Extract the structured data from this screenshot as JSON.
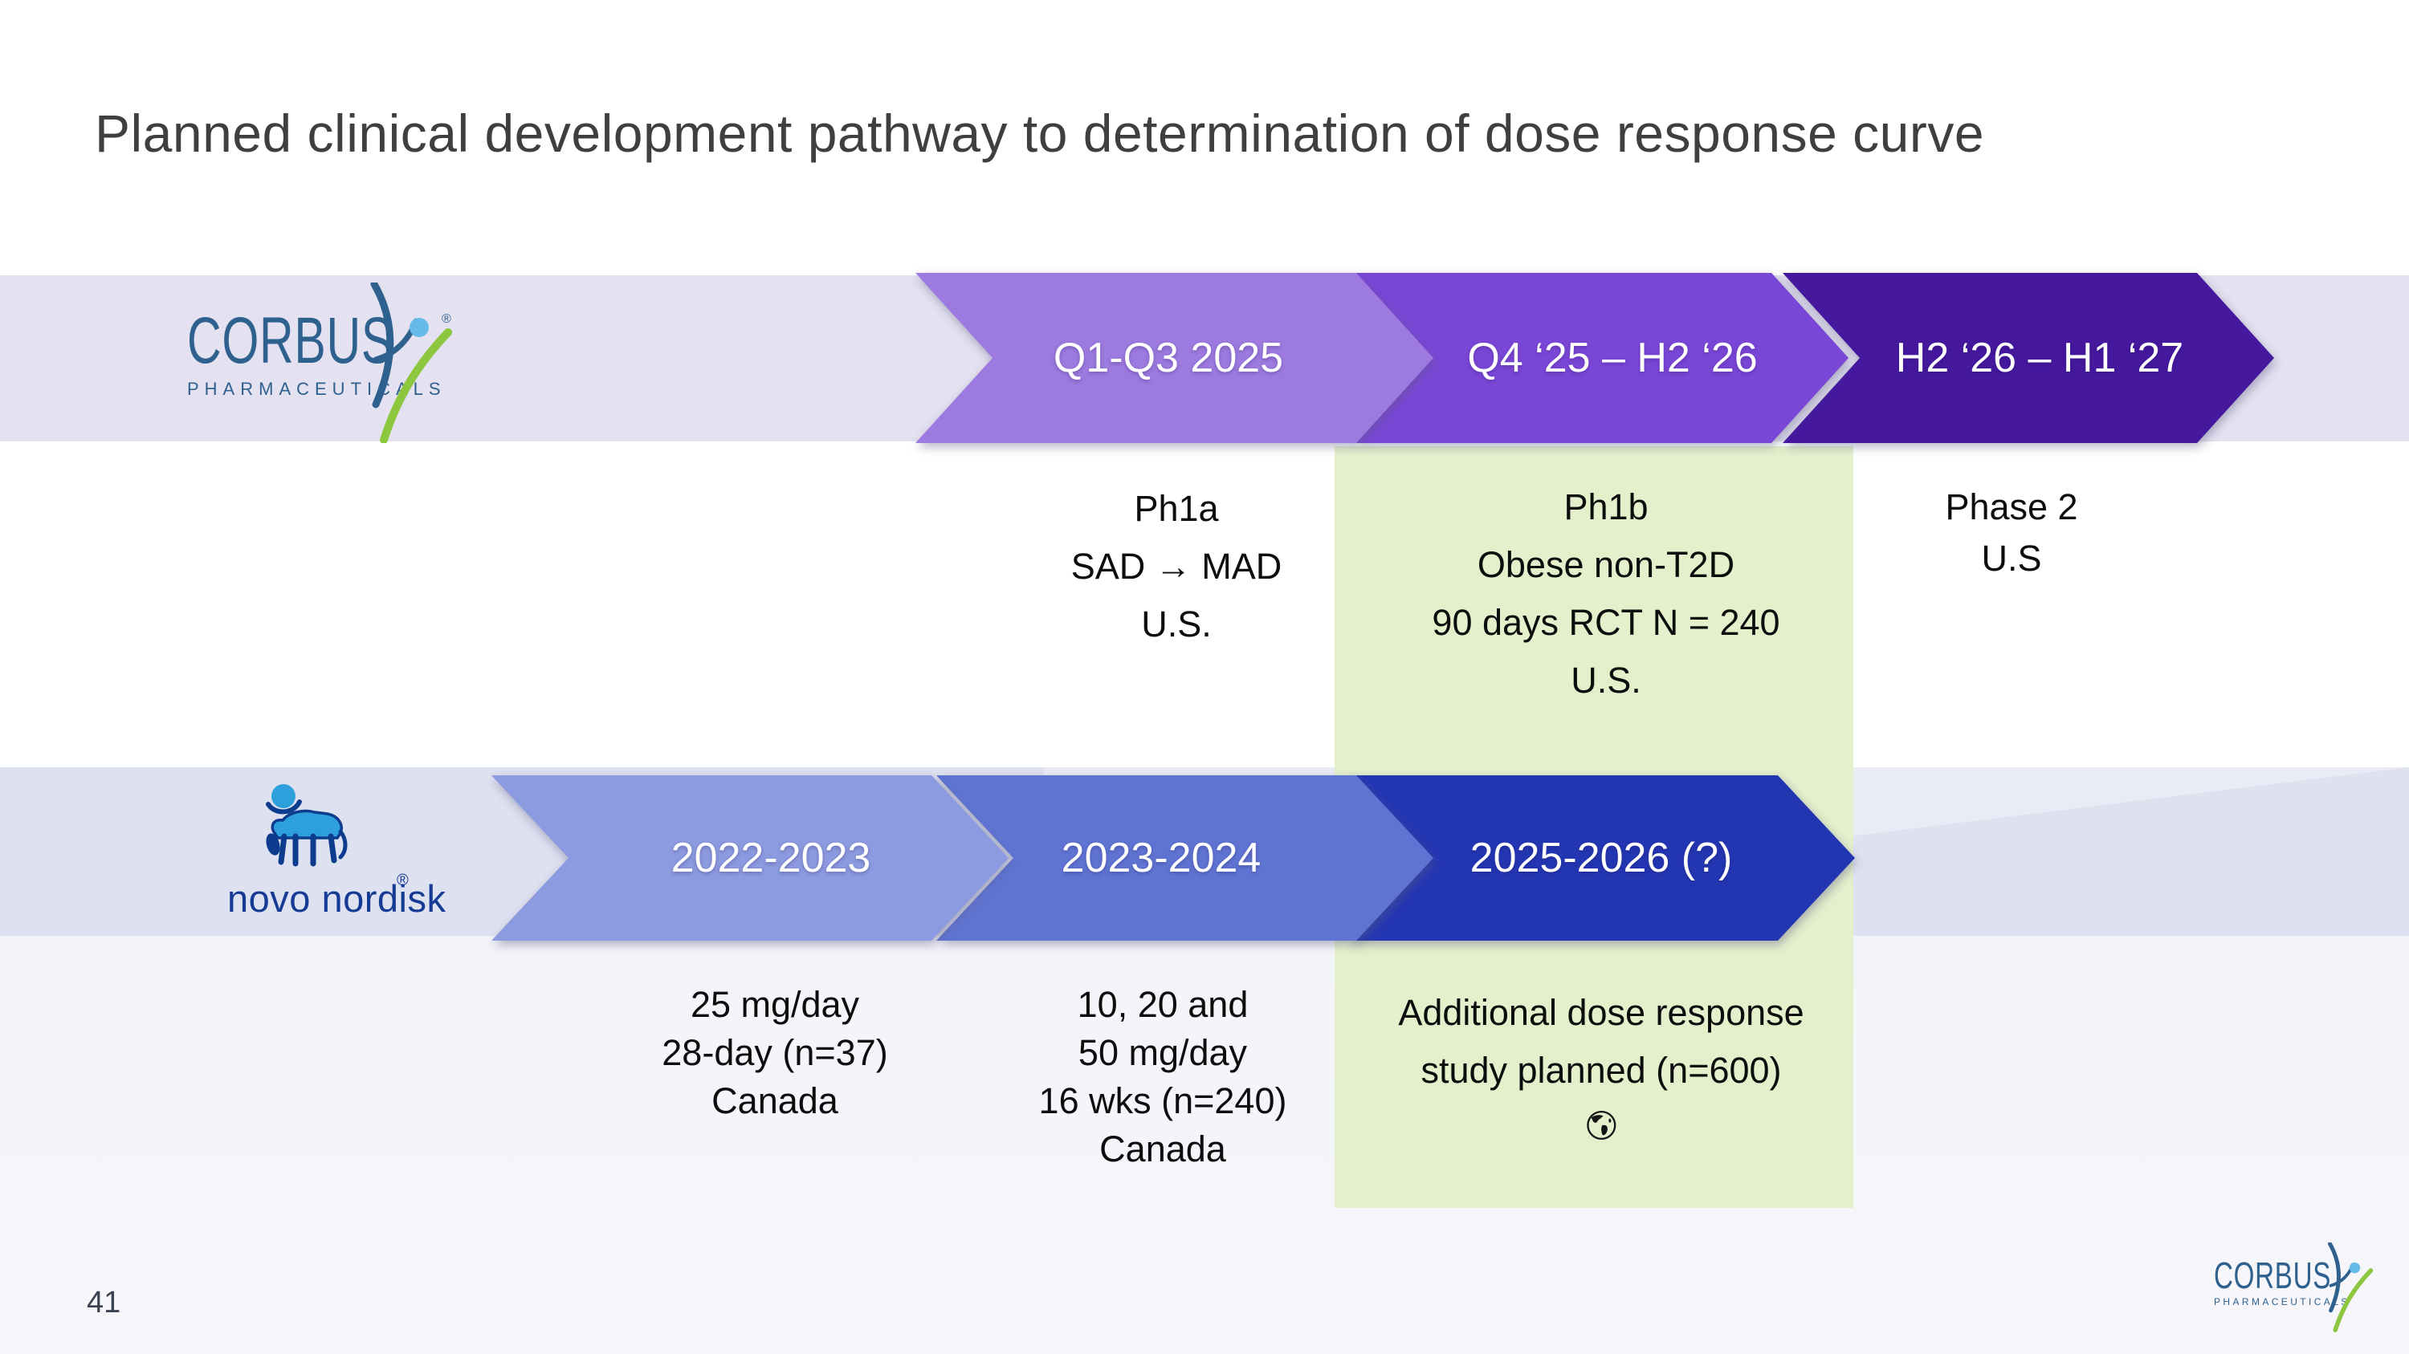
{
  "title": "Planned clinical development pathway to determination of dose response curve",
  "page_number": "41",
  "colors": {
    "title_text": "#3F3F3F",
    "row1_band": "#E4E1F0",
    "row2_band": "#DEE1F0",
    "green_panel": "#E4EFCC",
    "arrow_row1_1": "#9C7ADF",
    "arrow_row1_2": "#7A46D6",
    "arrow_row1_3": "#45189E",
    "arrow_row2_1": "#8C9ADF",
    "arrow_row2_2": "#5F74D2",
    "arrow_row2_3": "#2336B2",
    "corbus_blue": "#2F618F",
    "corbus_green": "#8DC63F",
    "corbus_lightblue": "#66BAE8",
    "novo_blue": "#163B94",
    "novo_bull_fill": "#2D9FDC",
    "novo_bull_dark": "#0D3C8F"
  },
  "corbus_logo": {
    "name": "CORBUS",
    "subtitle": "PHARMACEUTICALS",
    "registered": "®"
  },
  "novo_logo": {
    "name": "novo nordisk",
    "registered": "®"
  },
  "row1": {
    "arrows": [
      {
        "label": "Q1-Q3 2025"
      },
      {
        "label": "Q4 ‘25 – H2 ‘26"
      },
      {
        "label": "H2 ‘26 – H1 ‘27"
      }
    ],
    "notes": [
      {
        "lines": [
          "Ph1a",
          "SAD → MAD",
          "U.S."
        ]
      },
      {
        "lines": [
          "Ph1b",
          "Obese non-T2D",
          "90 days RCT N = 240",
          "U.S."
        ]
      },
      {
        "lines": [
          "Phase 2",
          "U.S"
        ]
      }
    ]
  },
  "row2": {
    "arrows": [
      {
        "label": "2022-2023"
      },
      {
        "label": "2023-2024"
      },
      {
        "label": "2025-2026 (?)"
      }
    ],
    "notes": [
      {
        "lines": [
          "25 mg/day",
          "28-day (n=37)",
          "Canada"
        ]
      },
      {
        "lines": [
          "10, 20 and",
          "50 mg/day",
          "16 wks (n=240)",
          "Canada"
        ]
      },
      {
        "lines": [
          "Additional dose response",
          "study planned (n=600)"
        ]
      }
    ]
  }
}
